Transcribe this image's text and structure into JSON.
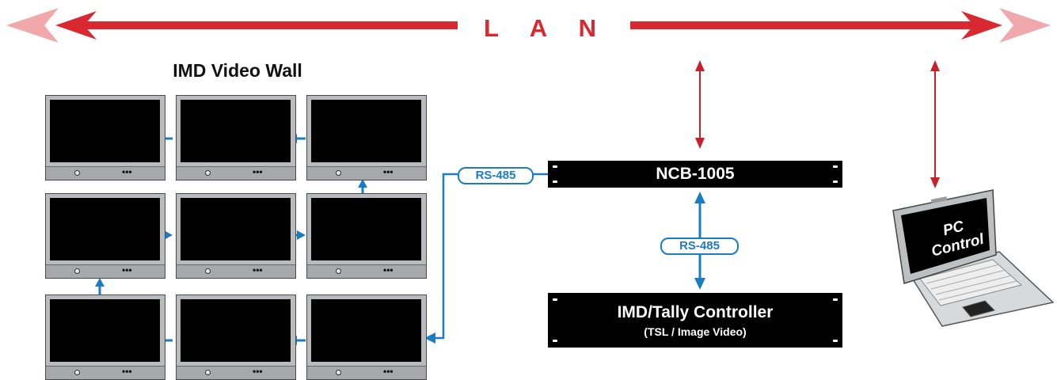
{
  "lan": {
    "label": "L A N",
    "color": "#d9282f"
  },
  "video_wall": {
    "title": "IMD Video Wall",
    "rows": 3,
    "cols": 3,
    "monitor_dots": "•••"
  },
  "ncb": {
    "label": "NCB-1005"
  },
  "links": {
    "wall_to_ncb": "RS-485",
    "ncb_to_controller": "RS-485",
    "color": "#1b7cc2"
  },
  "controller": {
    "title": "IMD/Tally Controller",
    "subtitle": "(TSL / Image Video)"
  },
  "pc": {
    "label_line1": "PC",
    "label_line2": "Control"
  },
  "colors": {
    "lan_arrow": "#d9282f",
    "lan_fade": "#f0a8aa",
    "lan_link": "#c8202a",
    "rack": "#000000"
  }
}
